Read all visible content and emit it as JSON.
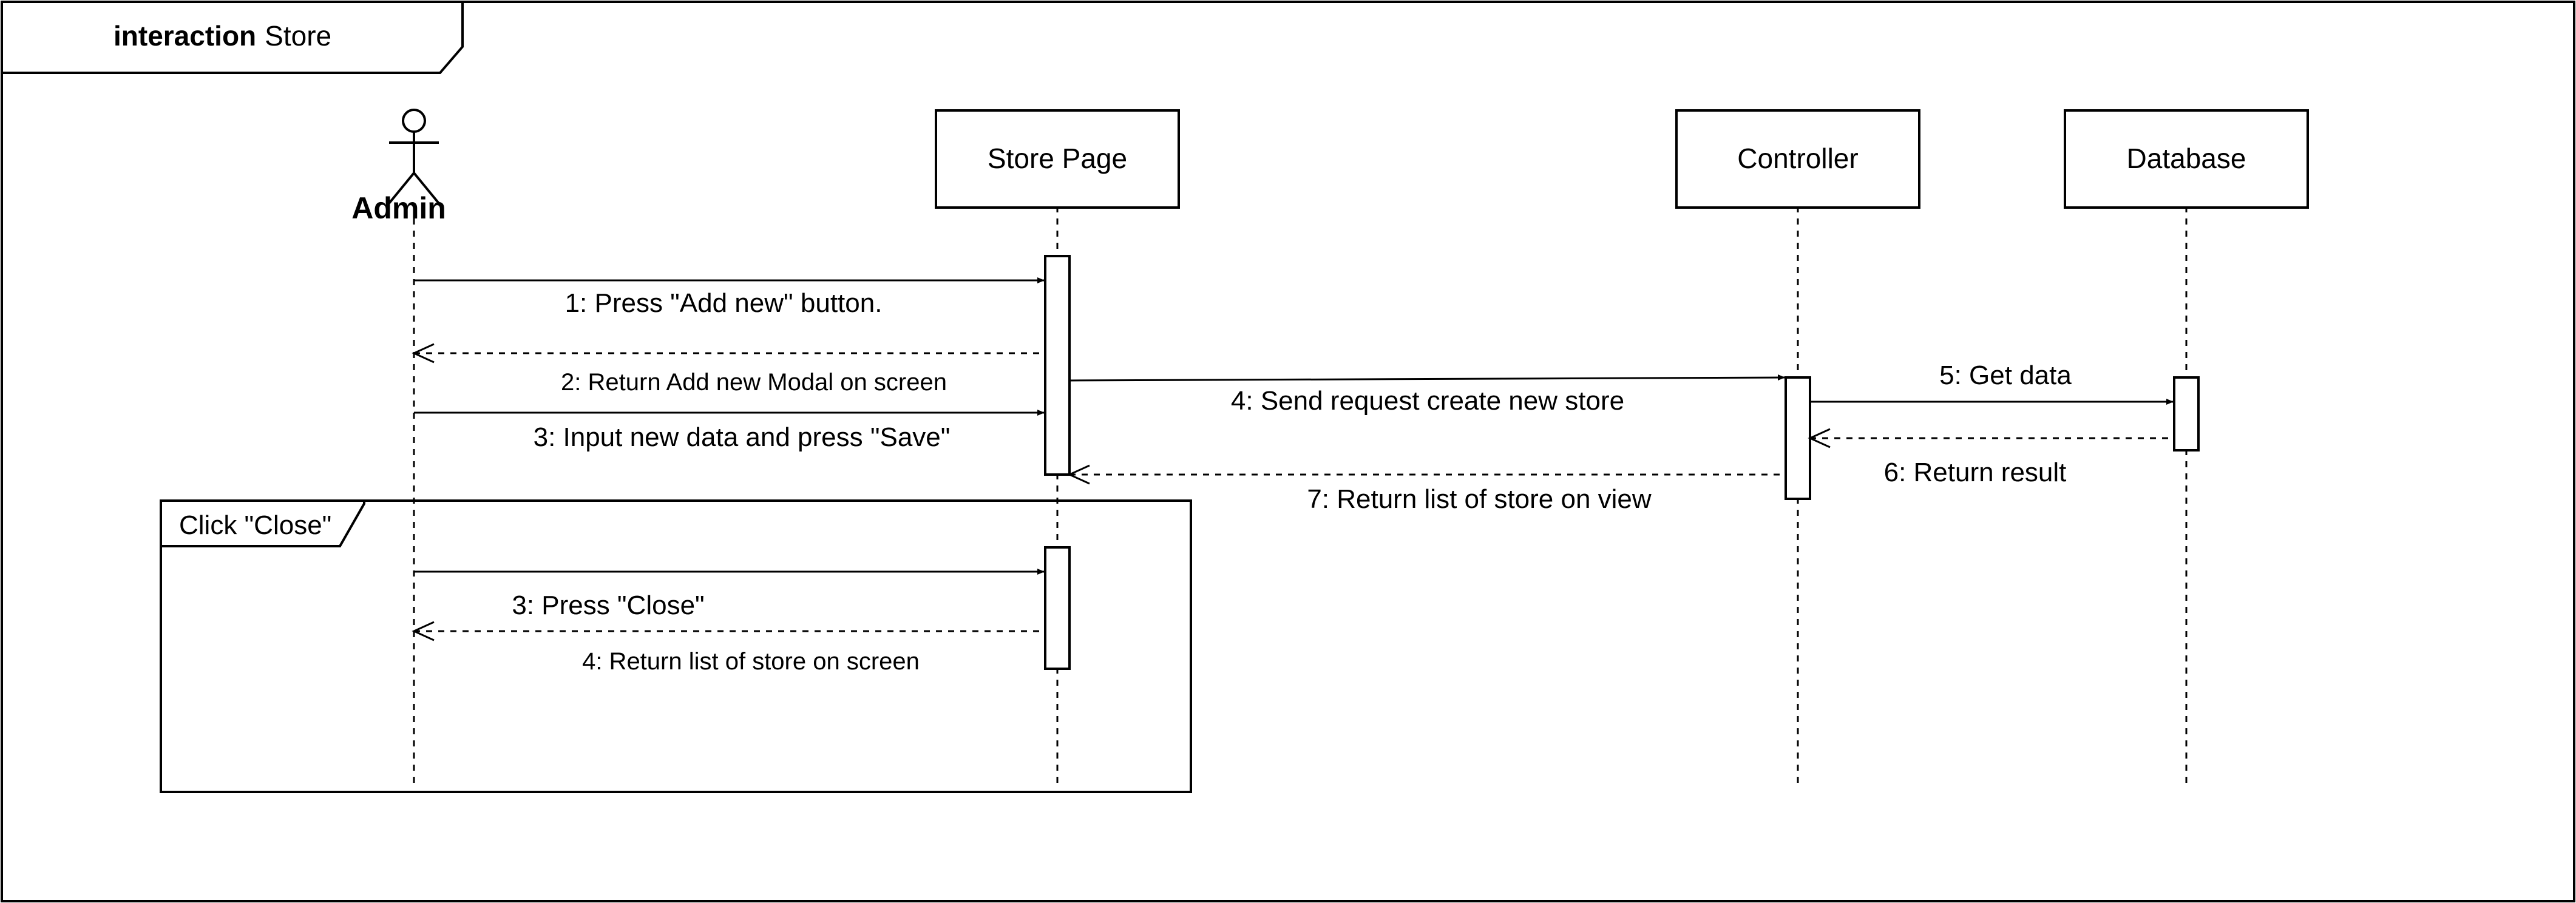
{
  "frame": {
    "keyword": "interaction",
    "name": "Store"
  },
  "actor": {
    "name": "Admin"
  },
  "lifelines": {
    "store_page": "Store Page",
    "controller": "Controller",
    "database": "Database"
  },
  "messages": {
    "m1": "1: Press \"Add new\" button.",
    "m2": "2: Return Add new Modal on screen",
    "m3": "3: Input new data and press \"Save\"",
    "m4": "4: Send request create new store",
    "m5": "5: Get data",
    "m6": "6: Return result",
    "m7": "7: Return list of store on view"
  },
  "fragment": {
    "label": "Click \"Close\"",
    "m3": "3: Press \"Close\"",
    "m4": "4: Return list of store on screen"
  }
}
